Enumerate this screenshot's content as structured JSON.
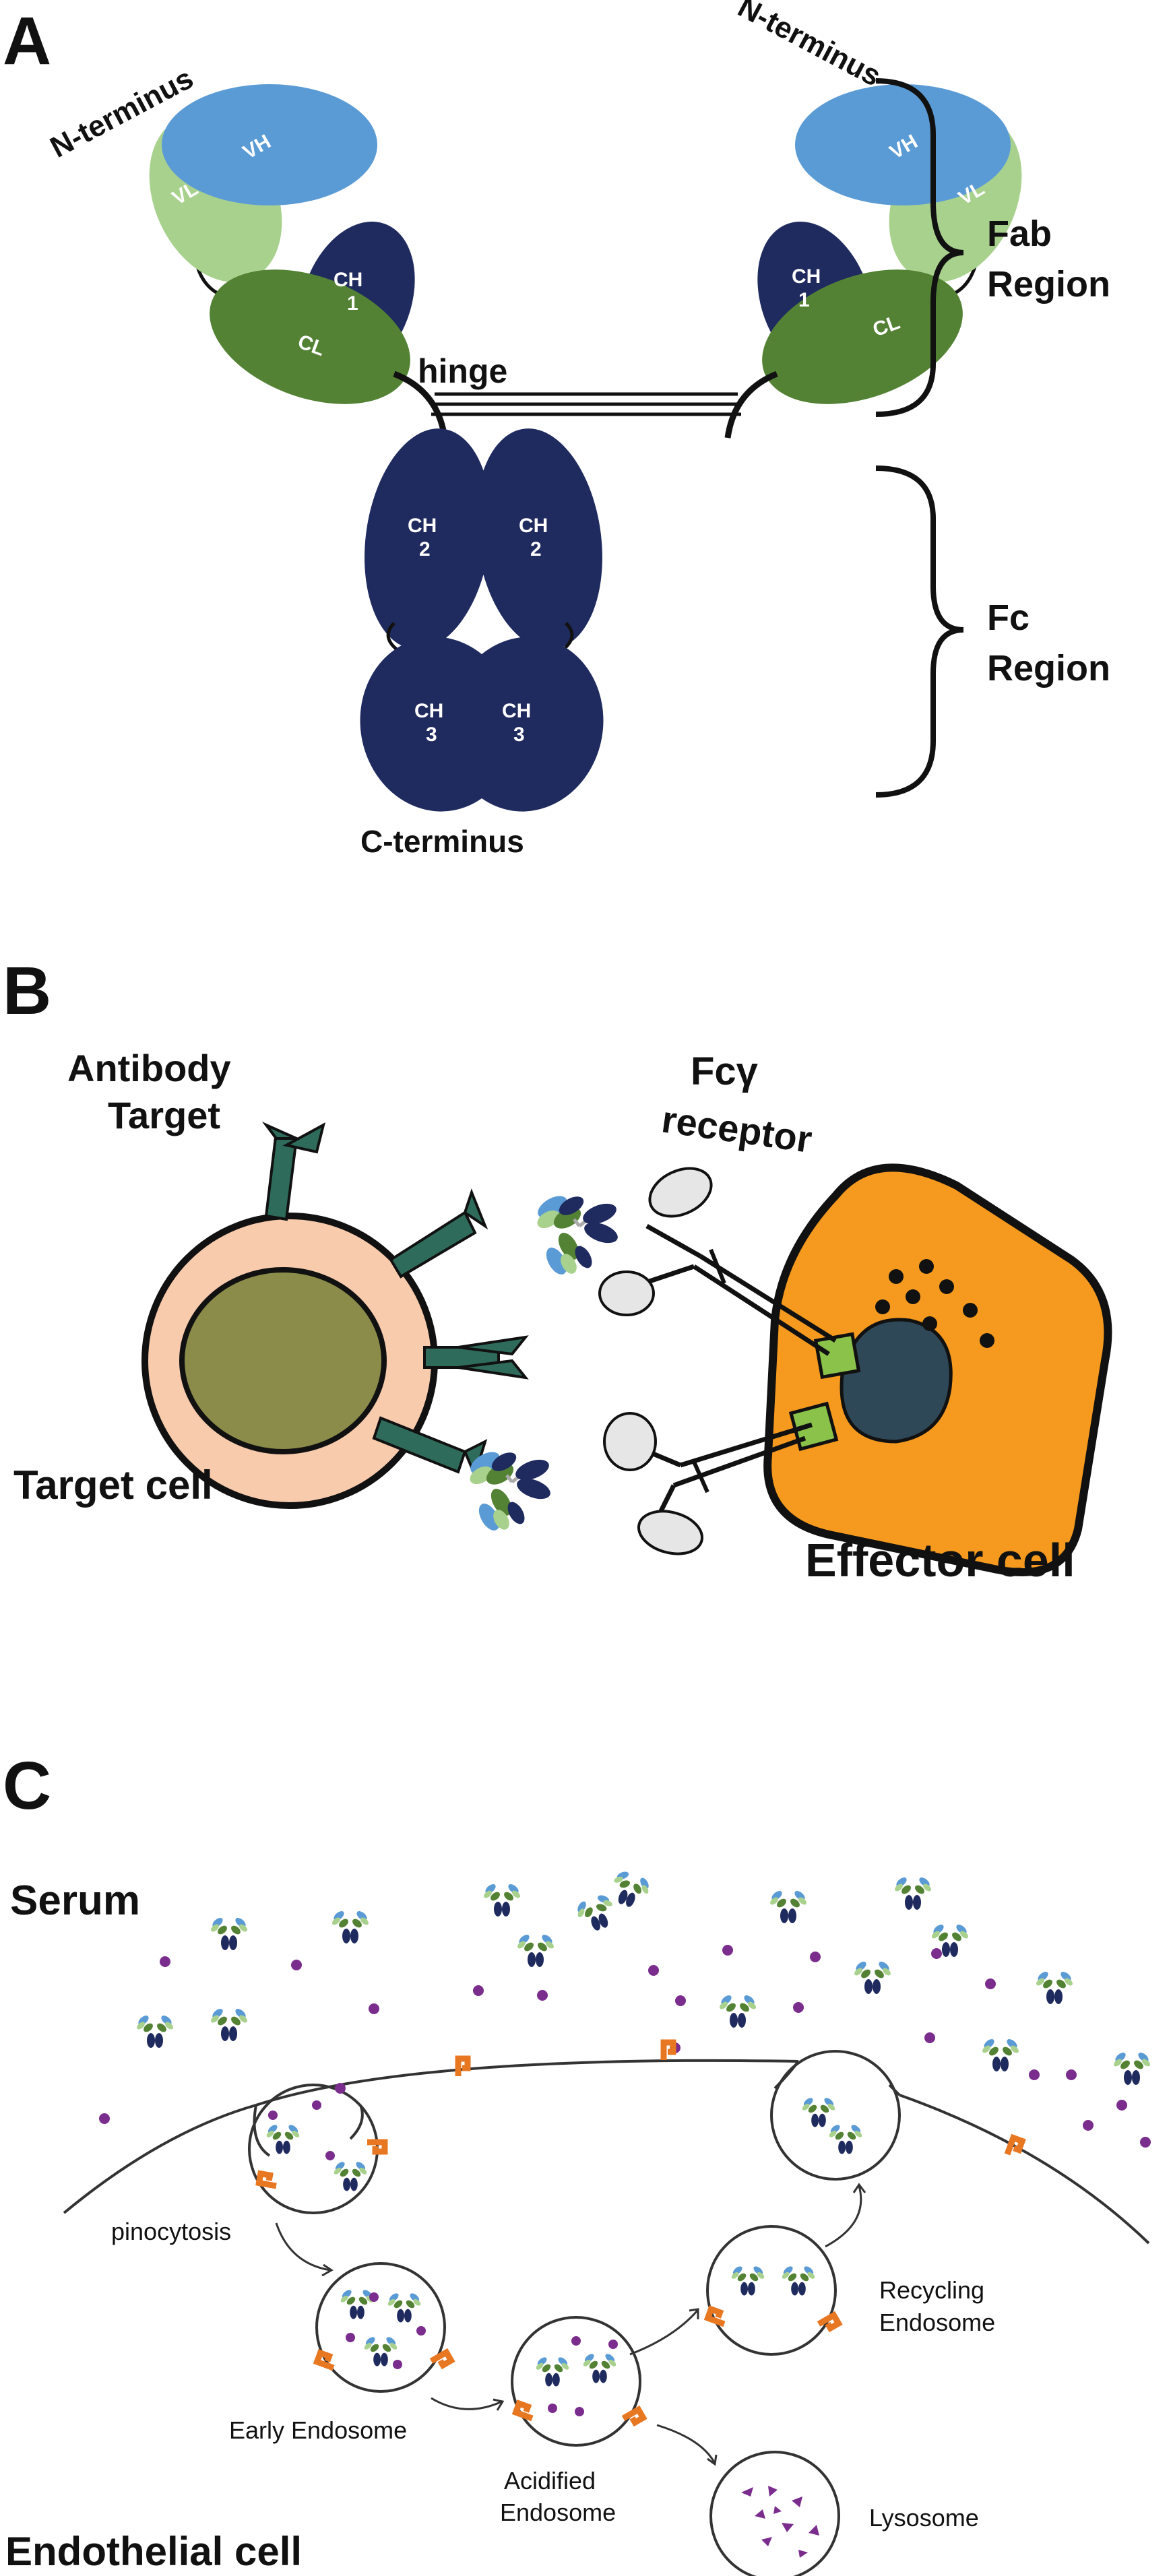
{
  "panel_a": {
    "letter": "A",
    "n_terminus_left": "N-terminus",
    "n_terminus_right": "N-terminus",
    "c_terminus": "C-terminus",
    "hinge": "hinge",
    "fab_region": [
      "Fab",
      "Region"
    ],
    "fc_region": [
      "Fc",
      "Region"
    ],
    "domains": {
      "vh": "VH",
      "vl": "VL",
      "cl": "CL",
      "ch1": [
        "CH",
        "1"
      ],
      "ch2": [
        "CH",
        "2"
      ],
      "ch3": [
        "CH",
        "3"
      ]
    }
  },
  "panel_b": {
    "letter": "B",
    "antibody_target": [
      "Antibody",
      "Target"
    ],
    "fc_receptor": [
      "Fcγ",
      "receptor"
    ],
    "target_cell": "Target cell",
    "effector_cell": "Effector cell"
  },
  "panel_c": {
    "letter": "C",
    "serum": "Serum",
    "endothelial_cell": "Endothelial cell",
    "pinocytosis": "pinocytosis",
    "early_endosome": "Early Endosome",
    "acidified_endosome": [
      "Acidified",
      "Endosome"
    ],
    "recycling_endosome": [
      "Recycling",
      "Endosome"
    ],
    "lysosome": "Lysosome"
  },
  "colors": {
    "vh": "#5b9bd5",
    "vl": "#a9d18e",
    "cl": "#548235",
    "heavy_constant": "#1f2a5e",
    "target_cell_fill": "#f8cbad",
    "target_nucleus": "#8b8b4a",
    "effector_cell": "#f59a1e",
    "effector_nucleus": "#2f4858",
    "receptor_green": "#8bc34a",
    "target_antigen": "#2e6b5b",
    "albumin_dot": "#7b2d8e",
    "fcrn_receptor": "#e87722"
  }
}
